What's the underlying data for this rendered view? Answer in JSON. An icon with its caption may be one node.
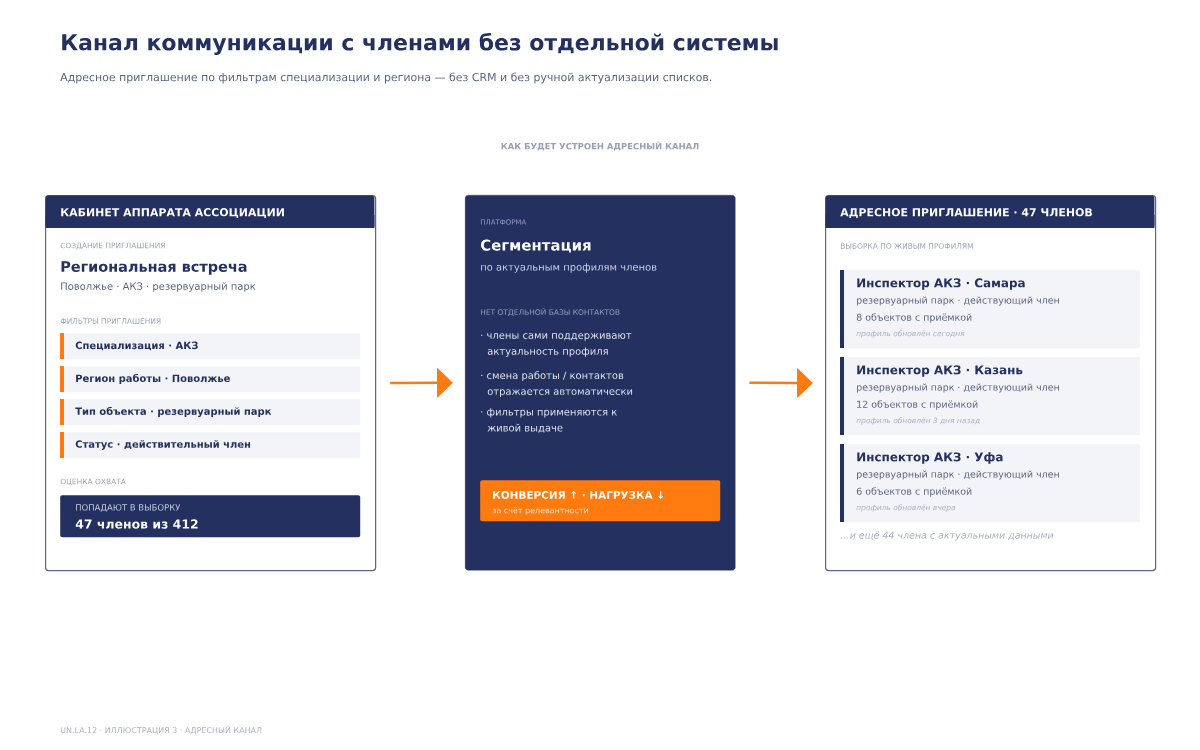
{
  "diagram": {
    "title": "Канал коммуникации с членами без отдельной системы",
    "nodes": [
      {
        "text": [
          "КАБИНЕТ АППАРАТА АССОЦИАЦИИ",
          "СОЗДАНИЕ ПРИГЛАШЕНИЯ",
          "Региональная встреча",
          "Поволжье · АКЗ · резервуарный парк",
          "ФИЛЬТРЫ ПРИГЛАШЕНИЯ",
          "ОЦЕНКА ОХВАТА"
        ]
      },
      {
        "text": [
          "Специализация · АКЗ"
        ],
        "in": 0
      },
      {
        "text": [
          "Регион работы · Поволжье"
        ],
        "in": 0
      },
      {
        "text": [
          "Тип объекта · резервуарный парк"
        ],
        "in": 0
      },
      {
        "text": [
          "Статус · действительный член"
        ],
        "in": 0
      },
      {
        "text": [
          "ПОПАДАЮТ В ВЫБОРКУ",
          "47 членов из 412"
        ],
        "in": 0
      },
      {
        "text": [
          "ПЛАТФОРМА",
          "Сегментация",
          "по актуальным профилям членов",
          "НЕТ ОТДЕЛЬНОЙ БАЗЫ КОНТАКТОВ",
          "· члены сами поддерживают актуальность профиля",
          "· смена работы / контактов отражается автоматически",
          "· фильтры применяются к живой выдаче"
        ]
      },
      {
        "text": [
          "КОНВЕРСИЯ ↑ · НАГРУЗКА ↓",
          "за счёт релевантности"
        ],
        "in": 6
      },
      {
        "text": [
          "АДРЕСНОЕ ПРИГЛАШЕНИЕ · 47 ЧЛЕНОВ",
          "ВЫБОРКА ПО ЖИВЫМ ПРОФИЛЯМ",
          "…и ещё 44 члена с актуальными данными"
        ]
      },
      {
        "text": [
          "Инспектор АКЗ · Самара",
          "резервуарный парк · действующий член",
          "8 объектов с приёмкой",
          "профиль обновлён сегодня"
        ],
        "in": 8
      },
      {
        "text": [
          "Инспектор АКЗ · Казань",
          "резервуарный парк · действующий член",
          "12 объектов с приёмкой",
          "профиль обновлён 3 дня назад"
        ],
        "in": 8
      },
      {
        "text": [
          "Инспектор АКЗ · Уфа",
          "резервуарный парк · действующий член",
          "6 объектов с приёмкой",
          "профиль обновлён вчера"
        ],
        "in": 8
      }
    ],
    "edges": [
      {
        "from": 0,
        "to": 6,
        "arrow": "to"
      },
      {
        "from": 6,
        "to": 8,
        "arrow": "to"
      }
    ],
    "labels": [
      "Адресное приглашение по фильтрам специализации и региона — без CRM и без ручной актуализации списков.",
      "КАК БУДЕТ УСТРОЕН АДРЕСНЫЙ КАНАЛ",
      "UN.LA.12 · ИЛЛЮСТРАЦИЯ 3 · АДРЕСНЫЙ КАНАЛ"
    ]
  }
}
